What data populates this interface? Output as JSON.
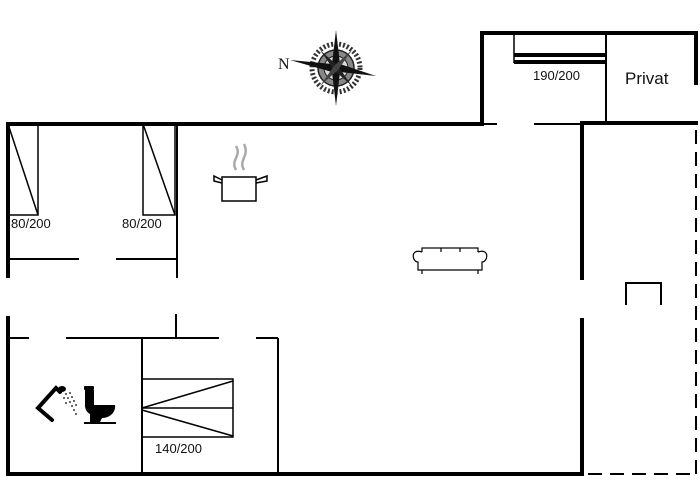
{
  "floorplan": {
    "compass": {
      "label": "N"
    },
    "rooms": [
      {
        "id": "bedroom-top",
        "bed_label": "190/200"
      },
      {
        "id": "private-room",
        "label": "Privat"
      },
      {
        "id": "bedroom-left-1",
        "bed_label": "80/200"
      },
      {
        "id": "bedroom-left-2",
        "bed_label": "80/200"
      },
      {
        "id": "bedroom-bottom",
        "bed_label": "140/200"
      },
      {
        "id": "bathroom",
        "fixtures": [
          "shower-icon",
          "toilet-icon"
        ]
      },
      {
        "id": "kitchen-living",
        "fixtures": [
          "cooking-pot-icon",
          "sofa-icon"
        ]
      },
      {
        "id": "terrace",
        "fixtures": [
          "outdoor-chair-icon"
        ]
      }
    ],
    "colors": {
      "wall": "#000000",
      "background": "#ffffff",
      "steam": "#aaaaaa"
    }
  }
}
